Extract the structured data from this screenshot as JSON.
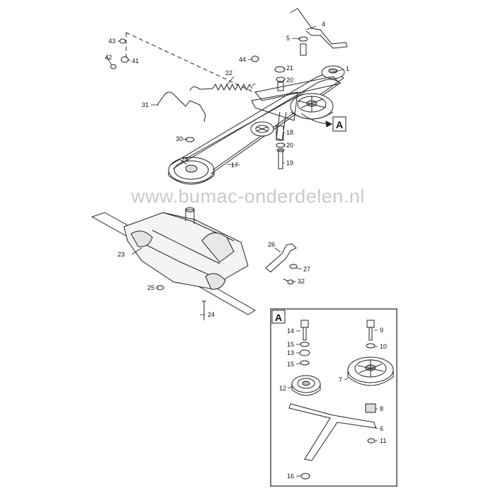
{
  "watermark": "www.bumac-onderdelen.nl",
  "callouts": {
    "c1": "1",
    "c4": "4",
    "c5": "5",
    "c17": "17",
    "c18": "18",
    "c19": "19",
    "c20a": "20",
    "c20b": "20",
    "c21": "21",
    "c22": "22",
    "c23": "23",
    "c24": "24",
    "c25": "25",
    "c26": "26",
    "c27": "27",
    "c28": "28",
    "c30": "30",
    "c31": "31",
    "c32": "32",
    "c41": "41",
    "c42": "42",
    "c43": "43",
    "c44": "44"
  },
  "detail": {
    "letter": "A",
    "ref_letter": "A",
    "callouts": {
      "c6": "6",
      "c7": "7",
      "c8": "8",
      "c9": "9",
      "c10": "10",
      "c11": "11",
      "c12": "12",
      "c13": "13",
      "c14": "14",
      "c15a": "15",
      "c15b": "15",
      "c16": "16"
    }
  }
}
